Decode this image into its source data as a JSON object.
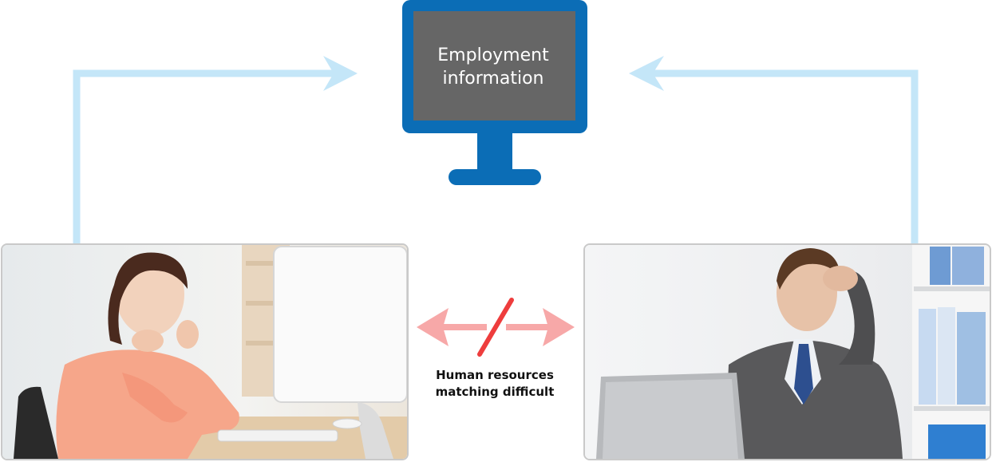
{
  "monitor": {
    "line1": "Employment",
    "line2": "information"
  },
  "caption": {
    "line1": "Human resources",
    "line2": "matching difficult"
  },
  "colors": {
    "flow_arrow": "#c4e6f8",
    "monitor_frame": "#0b6db6",
    "monitor_screen": "#666666",
    "broken_arrow": "#f7a8a8",
    "broken_slash": "#ee3d3d",
    "photo_border": "#c9c9c9"
  },
  "photos": {
    "left": "woman-at-desktop-photo",
    "right": "stressed-man-at-laptop-photo"
  }
}
